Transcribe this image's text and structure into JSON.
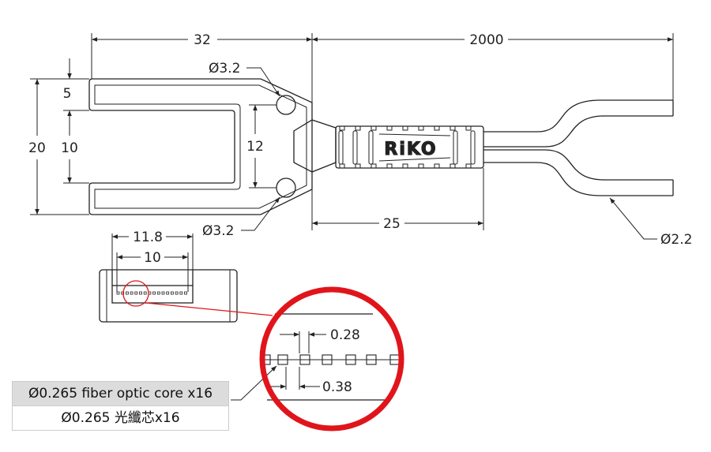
{
  "brand": "RiKO",
  "dimensions": {
    "fork_length": "32",
    "cable_length": "2000",
    "fork_height": "20",
    "arm_width": "5",
    "slot_width": "10",
    "hole_spacing": "12",
    "hole_top": "Ø3.2",
    "hole_bottom": "Ø3.2",
    "grip_length": "25",
    "cable_diameter": "Ø2.2",
    "array_outer": "11.8",
    "array_inner": "10",
    "core_gap": "0.28",
    "core_pitch": "0.38"
  },
  "legend": {
    "line_en": "Ø0.265 fiber optic core x16",
    "line_zh": "Ø0.265 光纖芯x16"
  },
  "colors": {
    "highlight": "#e0151b",
    "legend_bg": "#dcdcdc"
  }
}
